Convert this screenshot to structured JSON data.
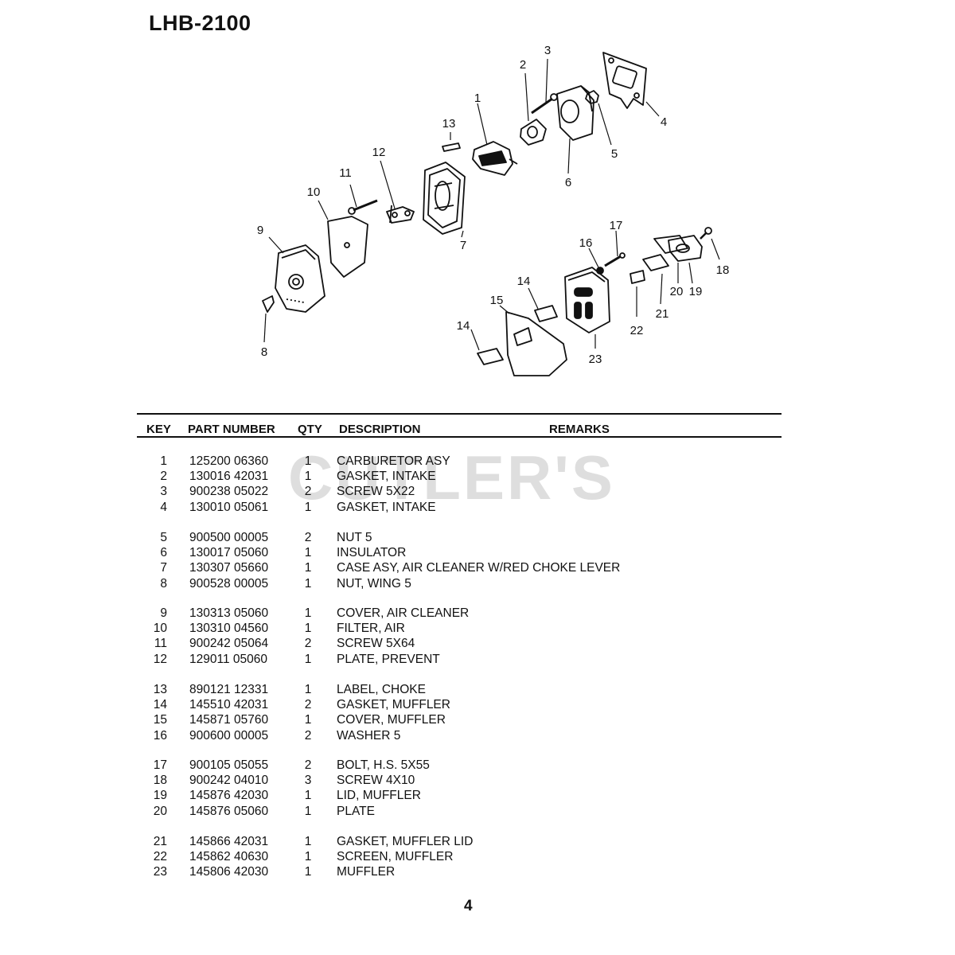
{
  "title": "LHB-2100",
  "watermark": "CUTLER'S",
  "page_number": "4",
  "headers": {
    "key": "KEY",
    "part_number": "PART NUMBER",
    "qty": "QTY",
    "description": "DESCRIPTION",
    "remarks": "REMARKS"
  },
  "callouts": [
    "1",
    "2",
    "3",
    "4",
    "5",
    "6",
    "7",
    "8",
    "9",
    "10",
    "11",
    "12",
    "13",
    "14",
    "14",
    "15",
    "16",
    "17",
    "18",
    "19",
    "20",
    "21",
    "22",
    "23"
  ],
  "rows": [
    {
      "key": "1",
      "part": "125200 06360",
      "qty": "1",
      "desc": "CARBURETOR ASY"
    },
    {
      "key": "2",
      "part": "130016 42031",
      "qty": "1",
      "desc": "GASKET, INTAKE"
    },
    {
      "key": "3",
      "part": "900238 05022",
      "qty": "2",
      "desc": "SCREW 5X22"
    },
    {
      "key": "4",
      "part": "130010 05061",
      "qty": "1",
      "desc": "GASKET, INTAKE"
    },
    {
      "key": "5",
      "part": "900500 00005",
      "qty": "2",
      "desc": "NUT 5"
    },
    {
      "key": "6",
      "part": "130017 05060",
      "qty": "1",
      "desc": "INSULATOR"
    },
    {
      "key": "7",
      "part": "130307 05660",
      "qty": "1",
      "desc": "CASE ASY, AIR CLEANER W/RED CHOKE LEVER"
    },
    {
      "key": "8",
      "part": "900528 00005",
      "qty": "1",
      "desc": "NUT, WING 5"
    },
    {
      "key": "9",
      "part": "130313 05060",
      "qty": "1",
      "desc": "COVER, AIR CLEANER"
    },
    {
      "key": "10",
      "part": "130310 04560",
      "qty": "1",
      "desc": "FILTER, AIR"
    },
    {
      "key": "11",
      "part": "900242 05064",
      "qty": "2",
      "desc": "SCREW 5X64"
    },
    {
      "key": "12",
      "part": "129011 05060",
      "qty": "1",
      "desc": "PLATE, PREVENT"
    },
    {
      "key": "13",
      "part": "890121 12331",
      "qty": "1",
      "desc": "LABEL, CHOKE"
    },
    {
      "key": "14",
      "part": "145510 42031",
      "qty": "2",
      "desc": "GASKET, MUFFLER"
    },
    {
      "key": "15",
      "part": "145871 05760",
      "qty": "1",
      "desc": "COVER, MUFFLER"
    },
    {
      "key": "16",
      "part": "900600 00005",
      "qty": "2",
      "desc": "WASHER 5"
    },
    {
      "key": "17",
      "part": "900105 05055",
      "qty": "2",
      "desc": "BOLT, H.S. 5X55"
    },
    {
      "key": "18",
      "part": "900242 04010",
      "qty": "3",
      "desc": "SCREW 4X10"
    },
    {
      "key": "19",
      "part": "145876 42030",
      "qty": "1",
      "desc": "LID, MUFFLER"
    },
    {
      "key": "20",
      "part": "145876 05060",
      "qty": "1",
      "desc": "PLATE"
    },
    {
      "key": "21",
      "part": "145866 42031",
      "qty": "1",
      "desc": "GASKET, MUFFLER LID"
    },
    {
      "key": "22",
      "part": "145862 40630",
      "qty": "1",
      "desc": "SCREEN, MUFFLER"
    },
    {
      "key": "23",
      "part": "145806 42030",
      "qty": "1",
      "desc": "MUFFLER"
    }
  ]
}
